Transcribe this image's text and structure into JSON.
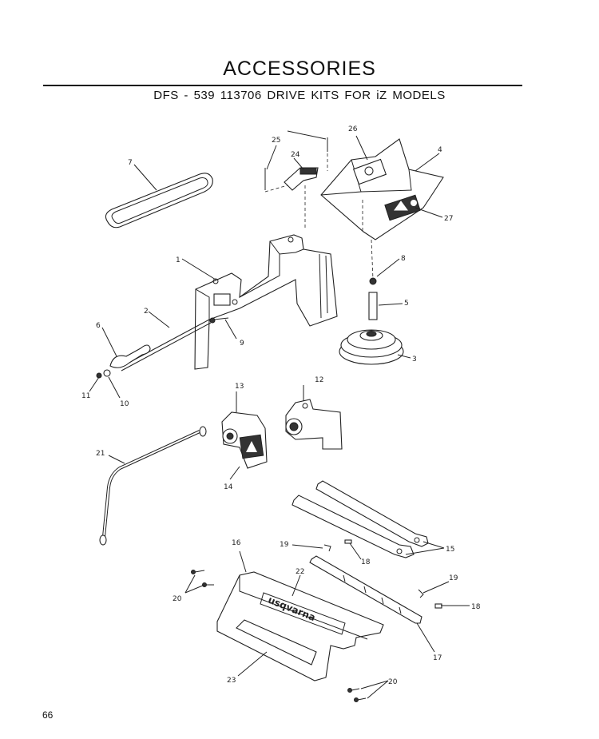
{
  "header": {
    "title": "ACCESSORIES",
    "subtitle": "DFS - 539 113706     DRIVE KITS FOR iZ MODELS"
  },
  "diagram": {
    "callouts": {
      "c1": "1",
      "c2": "2",
      "c3": "3",
      "c4": "4",
      "c5": "5",
      "c6": "6",
      "c7": "7",
      "c8": "8",
      "c9": "9",
      "c10": "10",
      "c11": "11",
      "c12": "12",
      "c13": "13",
      "c14": "14",
      "c15": "15",
      "c16": "16",
      "c17": "17",
      "c18a": "18",
      "c18b": "18",
      "c19a": "19",
      "c19b": "19",
      "c20a": "20",
      "c20b": "20",
      "c21": "21",
      "c22": "22",
      "c23": "23",
      "c24": "24",
      "c25": "25",
      "c26": "26",
      "c27": "27"
    }
  },
  "footer": {
    "page_number": "66"
  }
}
